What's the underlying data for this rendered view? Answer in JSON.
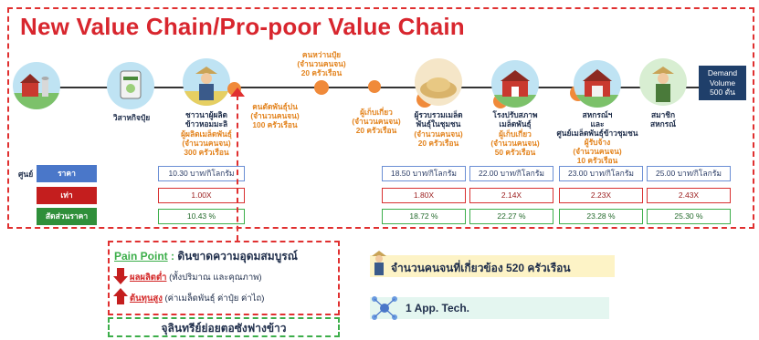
{
  "title": "New Value Chain/Pro-poor Value Chain",
  "demand_box": {
    "line1": "Demand",
    "line2": "Volume",
    "line3": "500 ตัน"
  },
  "actors": {
    "fertilizer": "วิสาหกิจปุ๋ย",
    "farmer": {
      "name1": "ชาวนาผู้ผลิต",
      "name2": "ข้าวหอมมะลิ",
      "sub1": "ผู้ผลิตเมล็ดพันธุ์",
      "sub2": "(จำนวนคนจน)",
      "sub3": "300 ครัวเรือน"
    },
    "seed_collector": {
      "name1": "ผู้รวบรวมเมล็ด",
      "name2": "พันธุ์ในชุมชน",
      "sub1": "(จำนวนคนจน)",
      "sub2": "20 ครัวเรือน"
    },
    "mill": {
      "name1": "โรงปรับสภาพ",
      "name2": "เมล็ดพันธุ์",
      "sub1": "ผู้เก็บเกี่ยว",
      "sub2": "(จำนวนคนจน)",
      "sub3": "50 ครัวเรือน"
    },
    "coop": {
      "name1": "สหกรณ์ฯ",
      "name2": "และ",
      "name3": "ศูนย์เมล็ดพันธุ์ข้าวชุมชน",
      "sub1": "ผู้รับจ้าง",
      "sub2": "(จำนวนคนจน)",
      "sub3": "10 ครัวเรือน"
    },
    "member": {
      "name1": "สมาชิก",
      "name2": "สหกรณ์"
    }
  },
  "notes": {
    "fert_carrier": {
      "l1": "คนหว่านปุ๋ย",
      "l2": "(จำนวนคนจน)",
      "l3": "20 ครัวเรือน"
    },
    "planter": {
      "l1": "คนตัดพันธุ์ปน",
      "l2": "(จำนวนคนจน)",
      "l3": "100 ครัวเรือน"
    },
    "harvester": {
      "l1": "ผู้เก็บเกี่ยว",
      "l2": "(จำนวนคนจน)",
      "l3": "20 ครัวเรือน"
    }
  },
  "table": {
    "row_labels": {
      "price": "ราคา",
      "times": "เท่า",
      "share": "สัดส่วนราคา"
    },
    "left_label": "ศูนย์",
    "price": [
      "10.30 บาท/กิโลกรัม",
      "18.50 บาท/กิโลกรัม",
      "22.00 บาท/กิโลกรัม",
      "23.00 บาท/กิโลกรัม",
      "25.00 บาท/กิโลกรัม"
    ],
    "times": [
      "1.00X",
      "1.80X",
      "2.14X",
      "2.23X",
      "2.43X"
    ],
    "share": [
      "10.43 %",
      "18.72 %",
      "22.27 %",
      "23.28 %",
      "25.30 %"
    ]
  },
  "pain": {
    "label": "Pain Point",
    "colon": " : ",
    "text": "ดินขาดความอุดมสมบูรณ์",
    "item1_head": "ผลผลิตต่ำ",
    "item1_tail": " (ทั้งปริมาณ และคุณภาพ)",
    "item2_head": "ต้นทุนสูง",
    "item2_tail": " (ค่าเมล็ดพันธุ์ ค่าปุ๋ย ค่าไถ)"
  },
  "bottom_text": "จุลินทรีย์ย่อยตอซังฟางข้าว",
  "poor_count": "จำนวนคนจนที่เกี่ยวข้อง 520 ครัวเรือน",
  "app_tech": "1 App. Tech.",
  "colors": {
    "red": "#d8262e",
    "orange": "#e3841f",
    "navy": "#1f3f6a",
    "price_row": "#4a77c9",
    "times_row": "#c41e1e",
    "share_row": "#2f8f3a"
  }
}
